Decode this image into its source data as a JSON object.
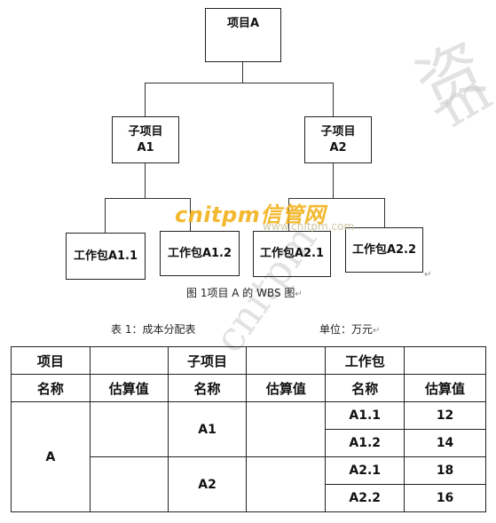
{
  "wbs": {
    "root": "项目A",
    "sub1": [
      "子项目",
      "A1"
    ],
    "sub2": [
      "子项目",
      "A2"
    ],
    "work_packages": [
      "工作包A1.1",
      "工作包A1.2",
      "工作包A2.1",
      "工作包A2.2"
    ],
    "caption": "图 1项目 A 的 WBS 图"
  },
  "watermark": {
    "brand": "cnitpm信管网",
    "url": "www.cnitpm.com",
    "background_chars": [
      "资",
      "m",
      "cnitpm"
    ]
  },
  "table": {
    "title": "表 1：成本分配表",
    "unit": "单位：万元",
    "headers": {
      "project": "项目",
      "subproject": "子项目",
      "work_package": "工作包",
      "name": "名称",
      "estimate": "估算值"
    },
    "project_name": "A",
    "subprojects": [
      "A1",
      "A2"
    ],
    "rows": [
      {
        "name": "A1.1",
        "value": "12"
      },
      {
        "name": "A1.2",
        "value": "14"
      },
      {
        "name": "A2.1",
        "value": "18"
      },
      {
        "name": "A2.2",
        "value": "16"
      }
    ]
  },
  "marks": {
    "return": "↵"
  }
}
